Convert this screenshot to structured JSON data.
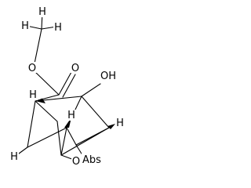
{
  "molecule": {
    "atom_labels": {
      "methyl_h_left": "H",
      "methyl_h_top": "H",
      "methyl_h_right": "H",
      "ester_o": "O",
      "carbonyl_o": "O",
      "hydroxyl": "OH",
      "h_upper_left": "H",
      "h_center": "H",
      "h_right": "H",
      "h_lower_left": "H",
      "bridge_o": "O",
      "abs_label": "Abs"
    }
  }
}
